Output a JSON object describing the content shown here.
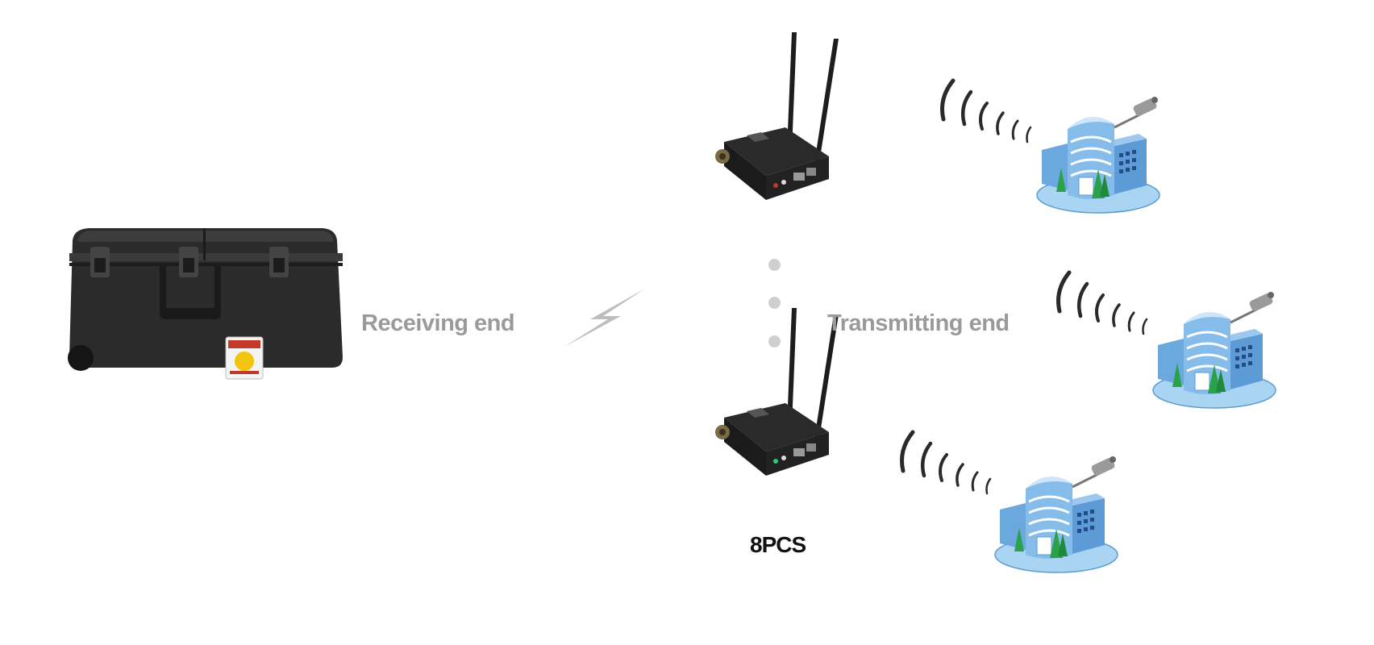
{
  "labels": {
    "receiving": "Receiving end",
    "transmitting": "Transmitting end",
    "quantity": "8PCS"
  },
  "icons": {
    "receiver": "rugged-case-receiver",
    "link": "lightning-bolt-icon",
    "transmitter": "dual-antenna-transmitter",
    "site": "building-with-camera-icon",
    "signal": "wireless-waves-icon"
  },
  "colors": {
    "label_gray": "#9a9a9a",
    "quantity_black": "#111111",
    "case_black": "#2b2b2b",
    "building_blue": "#7fb6e6",
    "tree_green": "#2aa24a"
  }
}
